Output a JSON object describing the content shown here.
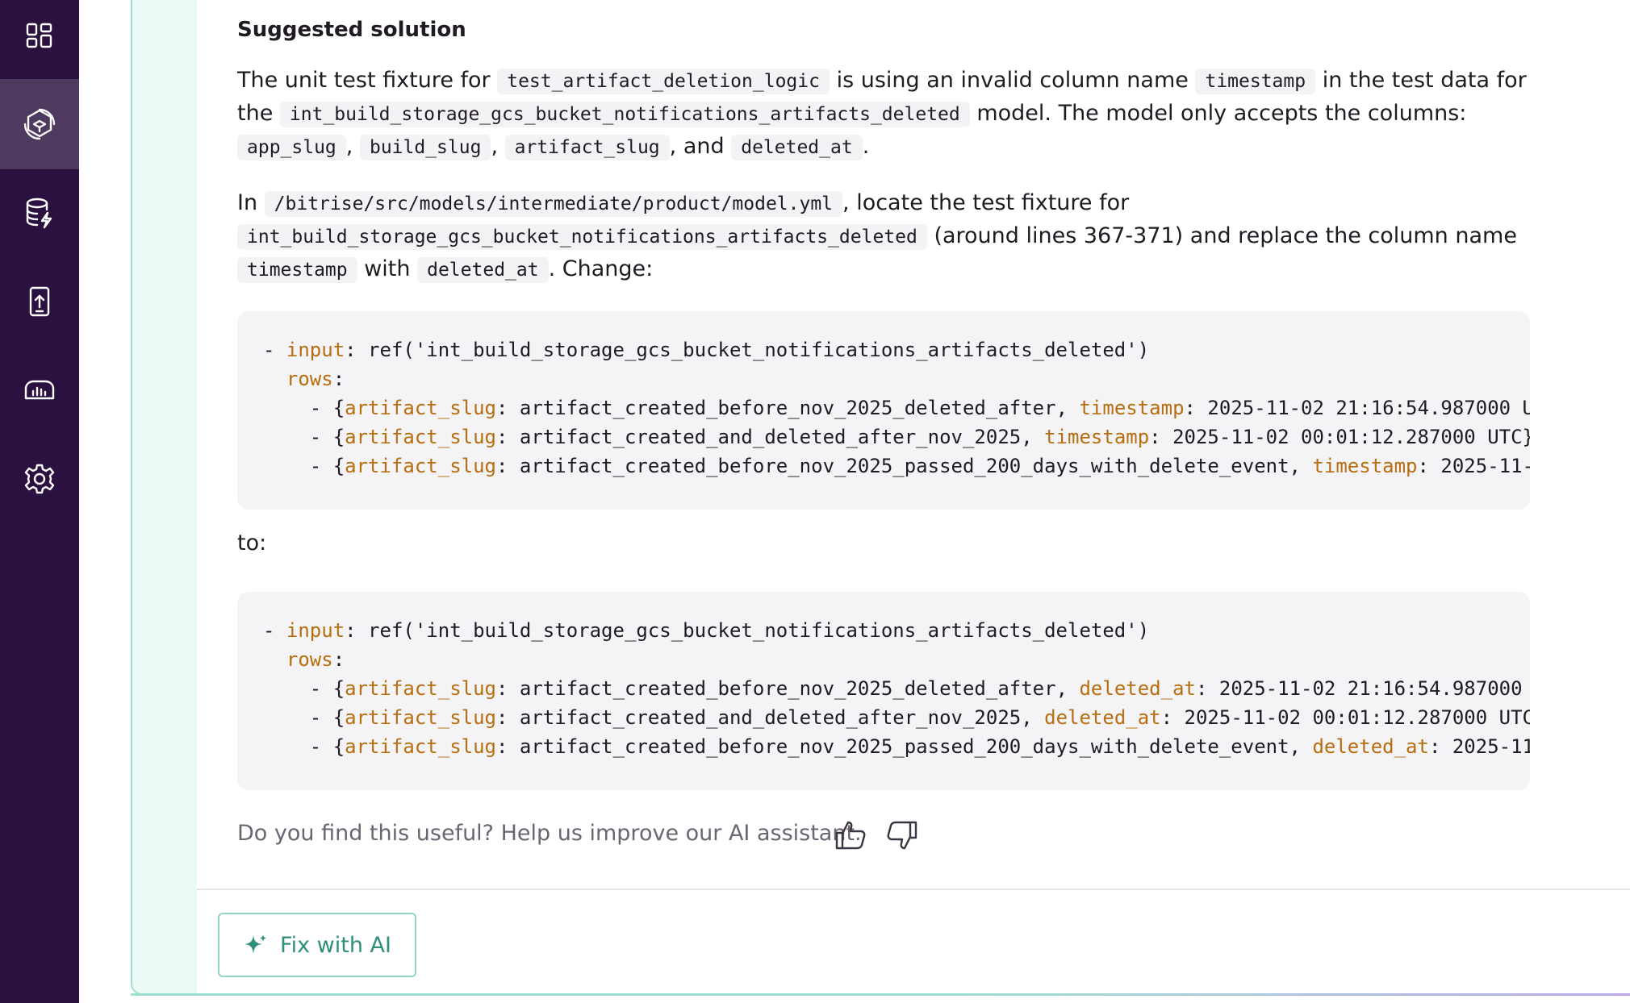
{
  "sidebar": {
    "items": [
      {
        "icon": "dashboard-grid-icon"
      },
      {
        "icon": "ai-insights-icon",
        "active": true
      },
      {
        "icon": "database-bolt-icon"
      },
      {
        "icon": "mobile-upload-icon"
      },
      {
        "icon": "analytics-gauge-icon"
      },
      {
        "icon": "gear-icon"
      }
    ]
  },
  "solution": {
    "title": "Suggested solution",
    "p1": {
      "t1": "The unit test fixture for",
      "c1": "test_artifact_deletion_logic",
      "t2": "is using an invalid column name",
      "c2": "timestamp",
      "t3": "in the test data for the",
      "c3": "int_build_storage_gcs_bucket_notifications_artifacts_deleted",
      "t4": "model. The model only accepts the columns:",
      "c4": "app_slug",
      "t5": ",",
      "c5": "build_slug",
      "t6": ",",
      "c6": "artifact_slug",
      "t7": ", and",
      "c7": "deleted_at",
      "t8": "."
    },
    "p2": {
      "t1": "In",
      "c1": "/bitrise/src/models/intermediate/product/model.yml",
      "t2": ", locate the test fixture for",
      "c2": "int_build_storage_gcs_bucket_notifications_artifacts_deleted",
      "t3": "(around lines 367-371) and replace the column name",
      "c3": "timestamp",
      "t4": "with",
      "c4": "deleted_at",
      "t5": ". Change:"
    },
    "code_before": {
      "l1_prefix": "- ",
      "l1_key": "input",
      "l1_rest": ": ref('int_build_storage_gcs_bucket_notifications_artifacts_deleted')",
      "l2_key": "rows",
      "l2_rest": ":",
      "rows": [
        {
          "pre": "- {",
          "k1": "artifact_slug",
          "v1": ": artifact_created_before_nov_2025_deleted_after, ",
          "k2": "timestamp",
          "v2": ": 2025-11-02 21:16:54.987000 U"
        },
        {
          "pre": "- {",
          "k1": "artifact_slug",
          "v1": ": artifact_created_and_deleted_after_nov_2025, ",
          "k2": "timestamp",
          "v2": ": 2025-11-02 00:01:12.287000 UTC}"
        },
        {
          "pre": "- {",
          "k1": "artifact_slug",
          "v1": ": artifact_created_before_nov_2025_passed_200_days_with_delete_event, ",
          "k2": "timestamp",
          "v2": ": 2025-11-"
        }
      ]
    },
    "to_label": "to:",
    "code_after": {
      "l1_prefix": "- ",
      "l1_key": "input",
      "l1_rest": ": ref('int_build_storage_gcs_bucket_notifications_artifacts_deleted')",
      "l2_key": "rows",
      "l2_rest": ":",
      "rows": [
        {
          "pre": "- {",
          "k1": "artifact_slug",
          "v1": ": artifact_created_before_nov_2025_deleted_after, ",
          "k2": "deleted_at",
          "v2": ": 2025-11-02 21:16:54.987000"
        },
        {
          "pre": "- {",
          "k1": "artifact_slug",
          "v1": ": artifact_created_and_deleted_after_nov_2025, ",
          "k2": "deleted_at",
          "v2": ": 2025-11-02 00:01:12.287000 UTC"
        },
        {
          "pre": "- {",
          "k1": "artifact_slug",
          "v1": ": artifact_created_before_nov_2025_passed_200_days_with_delete_event, ",
          "k2": "deleted_at",
          "v2": ": 2025-11"
        }
      ]
    },
    "feedback": "Do you find this useful? Help us improve our AI assistant.",
    "feedback_icons": [
      "thumbs-up-icon",
      "thumbs-down-icon"
    ]
  },
  "actions": {
    "fix_label": "Fix with AI",
    "fix_icon": "sparkle-icon"
  },
  "colors": {
    "sidebar_bg": "#2b1140",
    "sidebar_active": "#4d3a5e",
    "accent": "#2f8f7a",
    "code_key": "#b86d0f",
    "card_border": "#9ee0cf"
  }
}
